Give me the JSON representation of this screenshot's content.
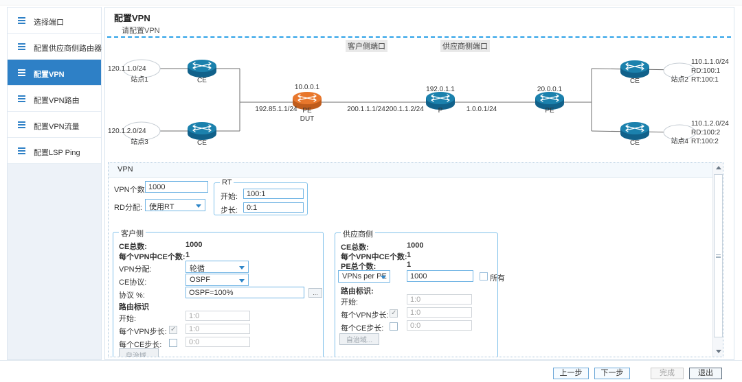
{
  "colors": {
    "accent": "#2e80c6",
    "router": "#1b81ad",
    "dut_router": "#e8772c",
    "separator_dots": "#2ba1e8"
  },
  "sidebar": {
    "items": [
      {
        "label": "选择端口",
        "active": false
      },
      {
        "label": "配置供应商侧路由器",
        "active": false
      },
      {
        "label": "配置VPN",
        "active": true
      },
      {
        "label": "配置VPN路由",
        "active": false
      },
      {
        "label": "配置VPN流量",
        "active": false
      },
      {
        "label": "配置LSP Ping",
        "active": false
      }
    ]
  },
  "header": {
    "title": "配置VPN",
    "subtitle": "请配置VPN"
  },
  "topology": {
    "client_port_label": "客户侧端口",
    "provider_port_label": "供应商侧端口",
    "routers": {
      "ce": "CE",
      "p": "P",
      "pe": "PE",
      "dut": "DUT"
    },
    "ips": {
      "dut": "10.0.0.1",
      "p": "192.0.1.1",
      "pe": "20.0.0.1"
    },
    "links": {
      "l1": "192.85.1.1/24",
      "l2": "200.1.1.1/24",
      "l3": "200.1.1.2/24",
      "l4": "1.0.0.1/24"
    },
    "site1": {
      "net": "120.1.1.0/24",
      "name": "站点1"
    },
    "site3": {
      "net": "120.1.2.0/24",
      "name": "站点3"
    },
    "site2": {
      "net": "110.1.1.0/24",
      "rd": "RD:100:1",
      "rt": "RT:100:1",
      "name": "站点2"
    },
    "site4": {
      "net": "110.1.2.0/24",
      "rd": "RD:100:2",
      "rt": "RT:100:2",
      "name": "站点4"
    }
  },
  "form": {
    "panel_title": "VPN",
    "vpn_count_label": "VPN个数:",
    "vpn_count": "1000",
    "rd_alloc_label": "RD分配:",
    "rd_alloc": "使用RT",
    "rt_group": {
      "title": "RT",
      "start_label": "开始:",
      "start": "100:1",
      "step_label": "步长:",
      "step": "0:1"
    },
    "client": {
      "title": "客户侧",
      "ce_total_label": "CE总数:",
      "ce_total": "1000",
      "ce_per_vpn_label": "每个VPN中CE个数:",
      "ce_per_vpn": "1",
      "vpn_alloc_label": "VPN分配:",
      "vpn_alloc": "轮循",
      "ce_protocol_label": "CE协议:",
      "ce_protocol": "OSPF",
      "protocol_pct_label": "协议 %:",
      "protocol_pct": "OSPF=100%",
      "more_button": "...",
      "route_id_label": "路由标识",
      "start_label": "开始:",
      "start": "1:0",
      "vpn_step_label": "每个VPN步长:",
      "vpn_step": "1:0",
      "ce_step_label": "每个CE步长:",
      "ce_step": "0:0",
      "as_button": "自治域..."
    },
    "provider": {
      "title": "供应商侧",
      "ce_total_label": "CE总数:",
      "ce_total": "1000",
      "ce_per_vpn_label": "每个VPN中CE个数:",
      "ce_per_vpn": "1",
      "pe_total_label": "PE总个数:",
      "pe_total": "1",
      "vpns_per_pe_label": "VPNs per PE",
      "vpns_per_pe": "1000",
      "all_label": "所有",
      "route_id_label": "路由标识:",
      "start_label": "开始:",
      "start": "1:0",
      "vpn_step_label": "每个VPN步长:",
      "vpn_step": "1:0",
      "ce_step_label": "每个CE步长:",
      "ce_step": "0:0",
      "as_button": "自治域..."
    }
  },
  "footer": {
    "prev": "上一步",
    "next": "下一步",
    "finish": "完成",
    "exit": "退出"
  }
}
